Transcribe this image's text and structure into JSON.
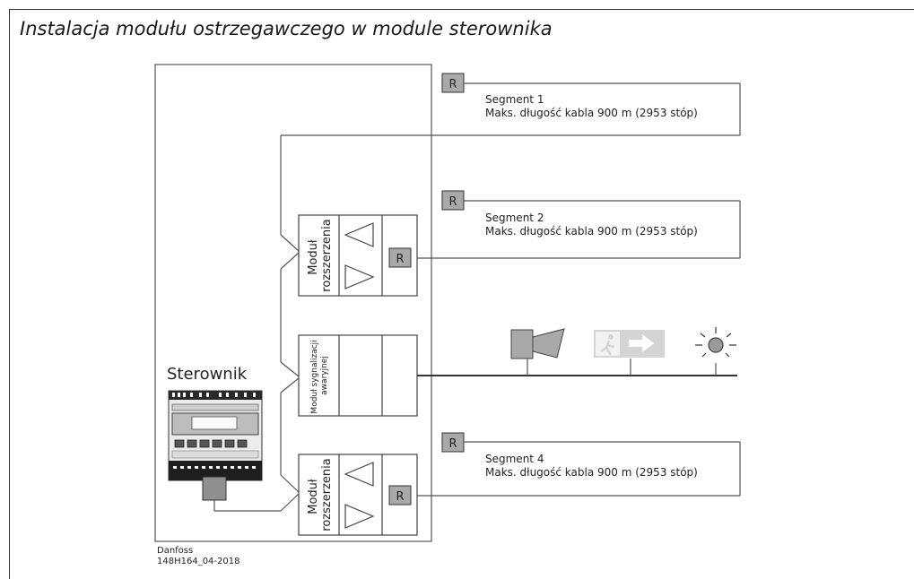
{
  "title": "Instalacja modułu ostrzegawczego w module sterownika",
  "controller_label": "Sterownik",
  "expansion_module_label": [
    "Moduł",
    "rozszerzenia"
  ],
  "alarm_module_label": [
    "Moduł sygnalizacji",
    "awaryjnej"
  ],
  "relay_label": "R",
  "segments": [
    {
      "name": "Segment 1",
      "detail": "Maks. długość kabla 900 m (2953 stóp)"
    },
    {
      "name": "Segment 2",
      "detail": "Maks. długość kabla 900 m (2953 stóp)"
    },
    {
      "name": "Segment 4",
      "detail": "Maks. długość kabla 900 m (2953 stóp)"
    }
  ],
  "devices": [
    "horn-siren-icon",
    "exit-sign-icon",
    "warning-light-icon"
  ],
  "credit": {
    "company": "Danfoss",
    "code": "148H164_04-2018"
  }
}
